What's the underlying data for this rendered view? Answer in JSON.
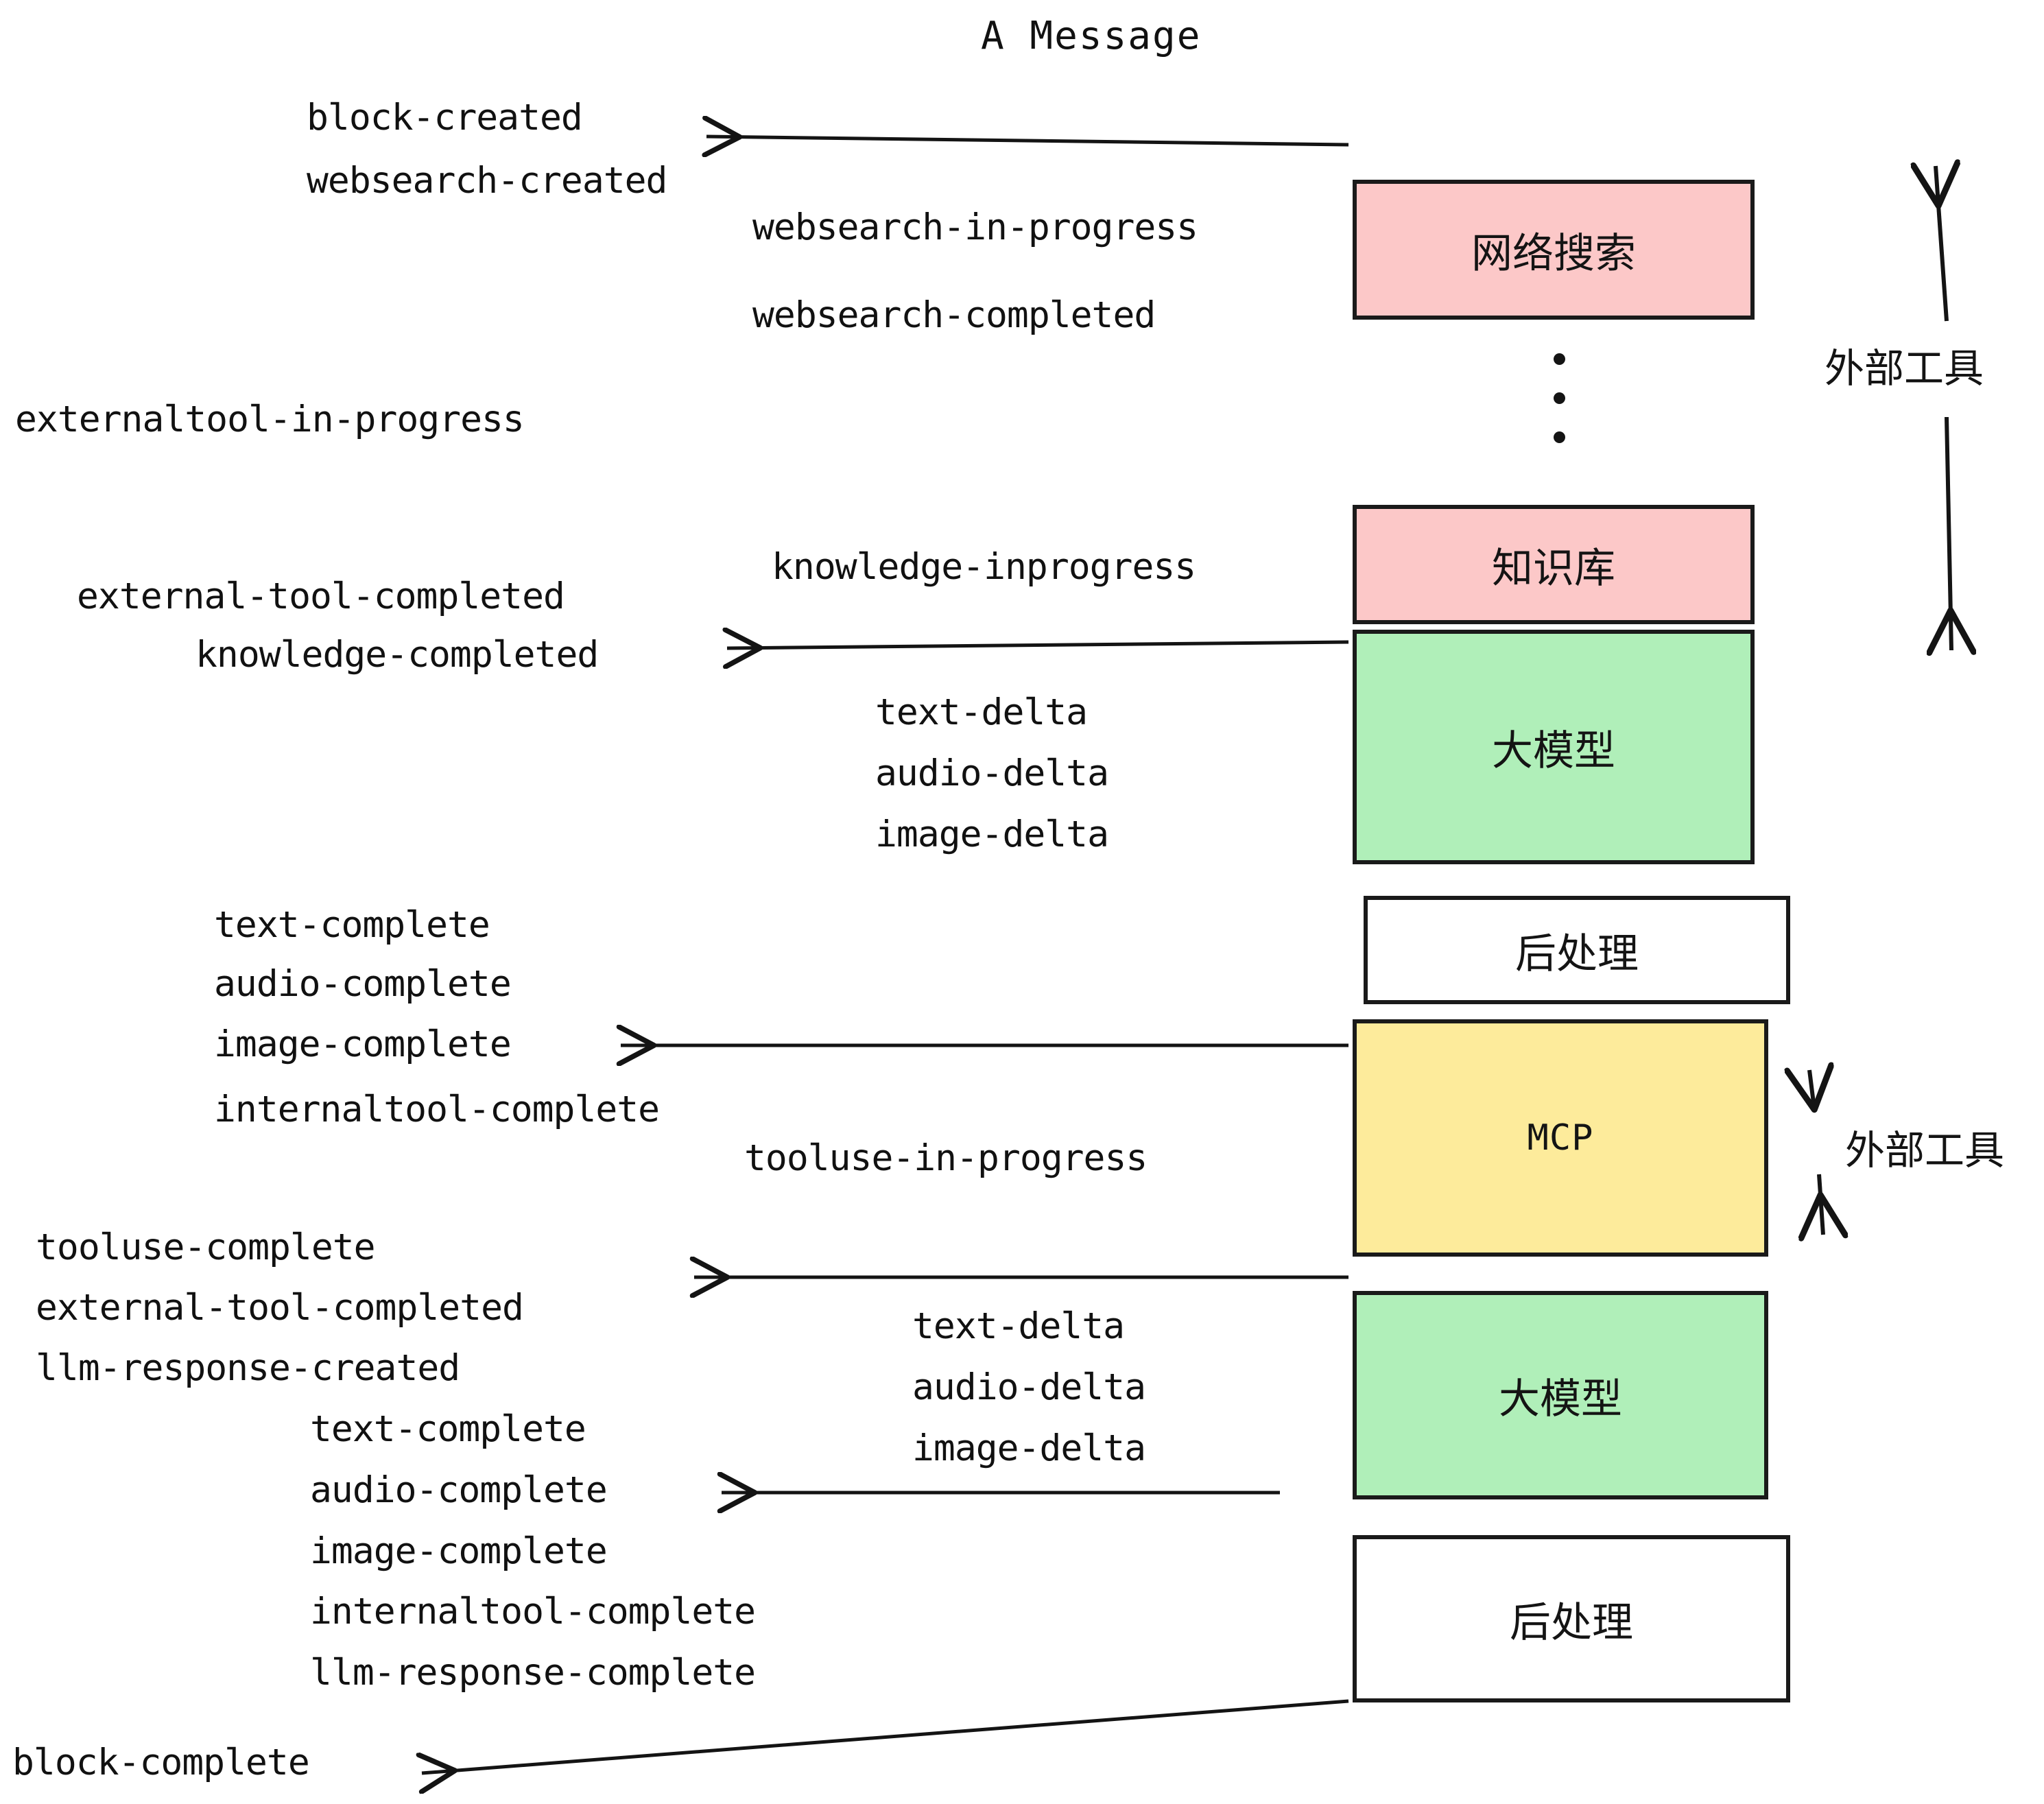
{
  "title": "A Message",
  "colors": {
    "pink": "#FCC8C8",
    "green": "#B0EFB9",
    "yellow": "#FDEB9B",
    "white": "#FFFFFF",
    "stroke": "#1A1A1A",
    "text": "#141414"
  },
  "boxes": [
    {
      "id": "websearch",
      "label": "网络搜索",
      "fill": "#FCC8C8",
      "mono": false
    },
    {
      "id": "knowledge",
      "label": "知识库",
      "fill": "#FCC8C8",
      "mono": false
    },
    {
      "id": "llm-top",
      "label": "大模型",
      "fill": "#B0EFB9",
      "mono": false
    },
    {
      "id": "postprocess-top",
      "label": "后处理",
      "fill": "#FFFFFF",
      "mono": false
    },
    {
      "id": "mcp",
      "label": "MCP",
      "fill": "#FDEB9B",
      "mono": true
    },
    {
      "id": "llm-bottom",
      "label": "大模型",
      "fill": "#B0EFB9",
      "mono": false
    },
    {
      "id": "postprocess-bottom",
      "label": "后处理",
      "fill": "#FFFFFF",
      "mono": false
    }
  ],
  "side_labels": [
    {
      "id": "external-tool-top",
      "label": "外部工具"
    },
    {
      "id": "external-tool-bottom",
      "label": "外部工具"
    }
  ],
  "events": [
    {
      "id": "block-created",
      "label": "block-created"
    },
    {
      "id": "websearch-created",
      "label": "websearch-created"
    },
    {
      "id": "websearch-in-progress",
      "label": "websearch-in-progress"
    },
    {
      "id": "websearch-completed",
      "label": "websearch-completed"
    },
    {
      "id": "externaltool-in-progress",
      "label": "externaltool-in-progress"
    },
    {
      "id": "knowledge-inprogress",
      "label": "knowledge-inprogress"
    },
    {
      "id": "external-tool-completed-1",
      "label": "external-tool-completed"
    },
    {
      "id": "knowledge-completed",
      "label": "knowledge-completed"
    },
    {
      "id": "text-delta-1",
      "label": "text-delta"
    },
    {
      "id": "audio-delta-1",
      "label": "audio-delta"
    },
    {
      "id": "image-delta-1",
      "label": "image-delta"
    },
    {
      "id": "text-complete-1",
      "label": "text-complete"
    },
    {
      "id": "audio-complete-1",
      "label": "audio-complete"
    },
    {
      "id": "image-complete-1",
      "label": "image-complete"
    },
    {
      "id": "internaltool-complete-1",
      "label": "internaltool-complete"
    },
    {
      "id": "tooluse-in-progress",
      "label": "tooluse-in-progress"
    },
    {
      "id": "tooluse-complete",
      "label": "tooluse-complete"
    },
    {
      "id": "external-tool-completed-2",
      "label": "external-tool-completed"
    },
    {
      "id": "llm-response-created",
      "label": "llm-response-created"
    },
    {
      "id": "text-delta-2",
      "label": "text-delta"
    },
    {
      "id": "audio-delta-2",
      "label": "audio-delta"
    },
    {
      "id": "image-delta-2",
      "label": "image-delta"
    },
    {
      "id": "text-complete-2",
      "label": "text-complete"
    },
    {
      "id": "audio-complete-2",
      "label": "audio-complete"
    },
    {
      "id": "image-complete-2",
      "label": "image-complete"
    },
    {
      "id": "internaltool-complete-2",
      "label": "internaltool-complete"
    },
    {
      "id": "llm-response-complete",
      "label": "llm-response-complete"
    },
    {
      "id": "block-complete",
      "label": "block-complete"
    }
  ],
  "ellipsis": {
    "dots": 3
  }
}
